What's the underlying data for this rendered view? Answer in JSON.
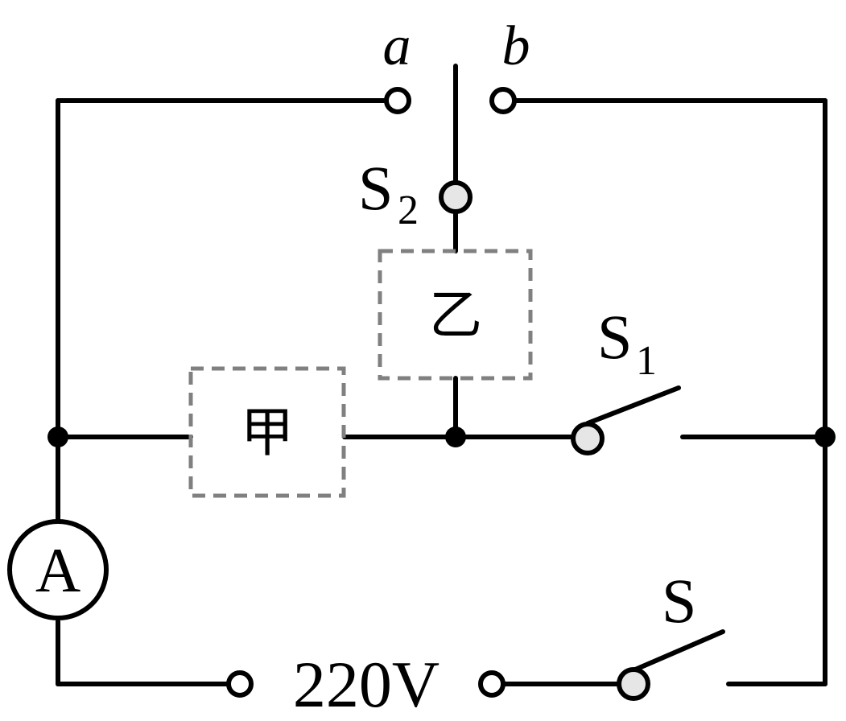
{
  "labels": {
    "terminal_a": "a",
    "terminal_b": "b",
    "switch_s2": "S",
    "switch_s2_sub": "2",
    "switch_s1": "S",
    "switch_s1_sub": "1",
    "switch_s": "S",
    "box_jia": "甲",
    "box_yi": "乙",
    "ammeter": "A",
    "voltage": "220V"
  }
}
